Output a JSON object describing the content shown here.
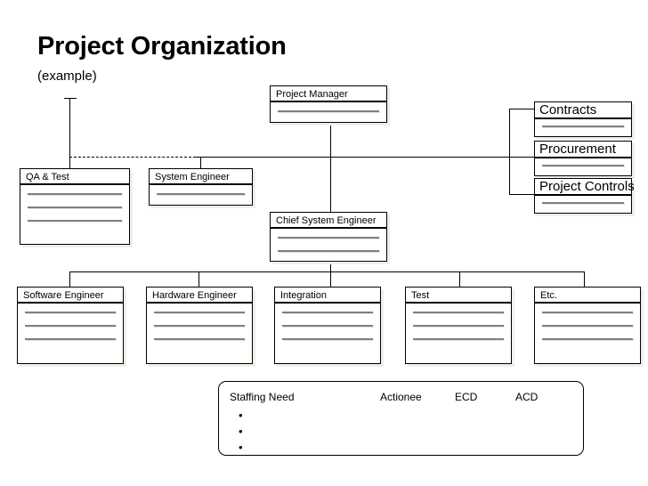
{
  "slide": {
    "title": "Project Organization",
    "subtitle": "(example)"
  },
  "nodes": {
    "project_manager": {
      "label": "Project Manager",
      "lines": 1
    },
    "qa_test": {
      "label": "QA & Test",
      "lines": 3
    },
    "system_engineer": {
      "label": "System Engineer",
      "lines": 1
    },
    "chief_system_engineer": {
      "label": "Chief System Engineer",
      "lines": 2
    },
    "contracts": {
      "label": "Contracts",
      "lines": 1
    },
    "procurement": {
      "label": "Procurement",
      "lines": 1
    },
    "project_controls": {
      "label": "Project Controls",
      "lines": 1
    },
    "software_engineer": {
      "label": "Software Engineer",
      "lines": 3
    },
    "hardware_engineer": {
      "label": "Hardware Engineer",
      "lines": 3
    },
    "integration": {
      "label": "Integration",
      "lines": 3
    },
    "test": {
      "label": "Test",
      "lines": 3
    },
    "etc": {
      "label": "Etc.",
      "lines": 3
    }
  },
  "staffing": {
    "title": "Staffing Need",
    "col_actionee": "Actionee",
    "col_ecd": "ECD",
    "col_acd": "ACD",
    "bullets": [
      "•",
      "•",
      "•"
    ]
  },
  "colors": {
    "line": "#000000",
    "rule": "#808080",
    "shadow": "#efefe9",
    "background": "#ffffff"
  }
}
